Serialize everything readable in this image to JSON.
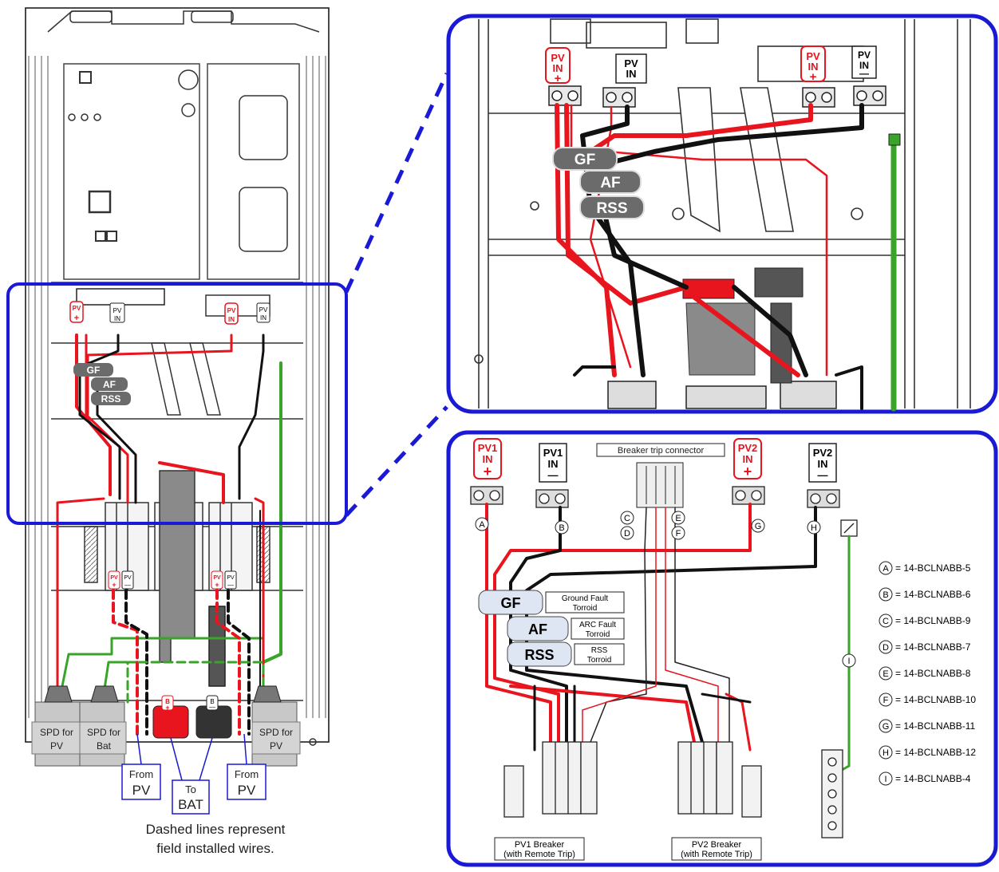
{
  "colors": {
    "frame": "#1a1ad6",
    "pos_wire": "#e8141e",
    "neg_wire": "#111111",
    "ground_wire": "#3aa32a",
    "enclosure": "#333333",
    "sensor_fill": "#6b6b6b",
    "sensor_fill_light": "#dfe6f3"
  },
  "overview": {
    "terminal_labels": {
      "pv_in": "PV",
      "in": "IN",
      "plus": "+",
      "minus": "—"
    },
    "sensors": [
      "GF",
      "AF",
      "RSS"
    ],
    "spd_left": [
      "SPD for",
      "PV"
    ],
    "spd_bat": [
      "SPD for",
      "Bat"
    ],
    "spd_right": [
      "SPD for",
      "PV"
    ],
    "from_pv_left": [
      "From",
      "PV"
    ],
    "to_bat": [
      "To",
      "BAT"
    ],
    "from_pv_right": [
      "From",
      "PV"
    ],
    "bat_pos": [
      "B",
      "+"
    ],
    "bat_neg": [
      "B",
      "—"
    ],
    "note_line1": "Dashed lines represent",
    "note_line2": "field installed wires."
  },
  "zoom": {
    "sensors": [
      "GF",
      "AF",
      "RSS"
    ],
    "terminal_in": "IN",
    "terminal_pv": "PV",
    "plus": "+",
    "minus": "—"
  },
  "schematic": {
    "pv1_pos": [
      "PV1",
      "IN",
      "+"
    ],
    "pv1_neg": [
      "PV1",
      "IN",
      "—"
    ],
    "pv2_pos": [
      "PV2",
      "IN",
      "+"
    ],
    "pv2_neg": [
      "PV2",
      "IN",
      "—"
    ],
    "breaker_trip_connector": "Breaker trip connector",
    "sensors": [
      {
        "code": "GF",
        "desc": [
          "Ground Fault",
          "Torroid"
        ]
      },
      {
        "code": "AF",
        "desc": [
          "ARC Fault",
          "Torroid"
        ]
      },
      {
        "code": "RSS",
        "desc": [
          "RSS",
          "Torroid"
        ]
      }
    ],
    "pv1_breaker": [
      "PV1 Breaker",
      "(with Remote Trip)"
    ],
    "pv2_breaker": [
      "PV2 Breaker",
      "(with Remote Trip)"
    ],
    "legend": [
      {
        "letter": "A",
        "part": "= 14-BCLNABB-5"
      },
      {
        "letter": "B",
        "part": "= 14-BCLNABB-6"
      },
      {
        "letter": "C",
        "part": "= 14-BCLNABB-9"
      },
      {
        "letter": "D",
        "part": "= 14-BCLNABB-7"
      },
      {
        "letter": "E",
        "part": "= 14-BCLNABB-8"
      },
      {
        "letter": "F",
        "part": "= 14-BCLNABB-10"
      },
      {
        "letter": "G",
        "part": "= 14-BCLNABB-11"
      },
      {
        "letter": "H",
        "part": "= 14-BCLNABB-12"
      },
      {
        "letter": "I",
        "part": "= 14-BCLNABB-4"
      }
    ],
    "wire_letters": {
      "A": "A",
      "B": "B",
      "C": "C",
      "D": "D",
      "E": "E",
      "F": "F",
      "G": "G",
      "H": "H",
      "I": "I"
    }
  }
}
